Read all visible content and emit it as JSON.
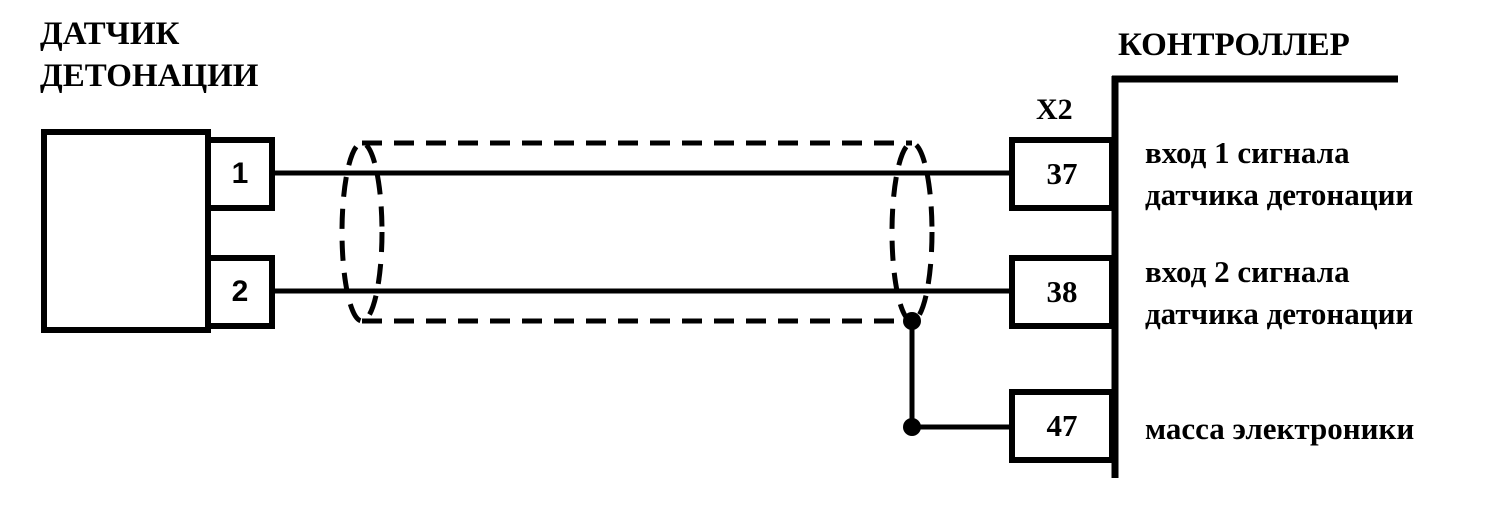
{
  "sensor": {
    "title_line1": "ДАТЧИК",
    "title_line2": "ДЕТОНАЦИИ",
    "pins": [
      "1",
      "2"
    ]
  },
  "controller": {
    "title": "КОНТРОЛЛЕР",
    "connector": "X2",
    "pins": [
      {
        "number": "37",
        "label_line1": "вход 1 сигнала",
        "label_line2": "датчика детонации"
      },
      {
        "number": "38",
        "label_line1": "вход 2 сигнала",
        "label_line2": "датчика детонации"
      },
      {
        "number": "47",
        "label_line1": "масса электроники",
        "label_line2": ""
      }
    ]
  },
  "colors": {
    "line": "#000000",
    "background": "#ffffff"
  }
}
